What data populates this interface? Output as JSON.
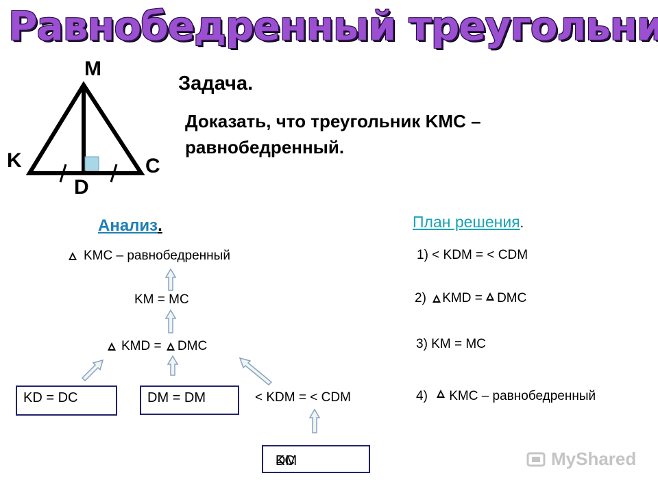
{
  "title": "Равнобедренный треугольник",
  "figure": {
    "points": {
      "M": "M",
      "K": "K",
      "C": "C",
      "D": "D"
    }
  },
  "task": {
    "heading": "Задача.",
    "line1": "Доказать, что треугольник   KMC –",
    "line2": "равнобедренный."
  },
  "analysis": {
    "heading": "Анализ",
    "heading_dot": ".",
    "step1": "KMC – равнобедренный",
    "step2": "KM = MC",
    "step3_a": "KMD  =",
    "step3_b": "DMC",
    "box1": "KD = DC",
    "box2": "DM = DM",
    "angles": "< KDM = < CDM",
    "box4_a": "DM",
    "box4_perp": "⊥",
    "box4_b": "KC"
  },
  "plan": {
    "heading": "План решения",
    "heading_dot": ".",
    "item1": "1)  < KDM = < CDM",
    "item2_num": "2)",
    "item2_a": "KMD  =",
    "item2_b": "DMC",
    "item3": "3)    KM = MC",
    "item4_num": "4)",
    "item4_text": "KMC – равнобедренный"
  },
  "watermark": "MyShared"
}
